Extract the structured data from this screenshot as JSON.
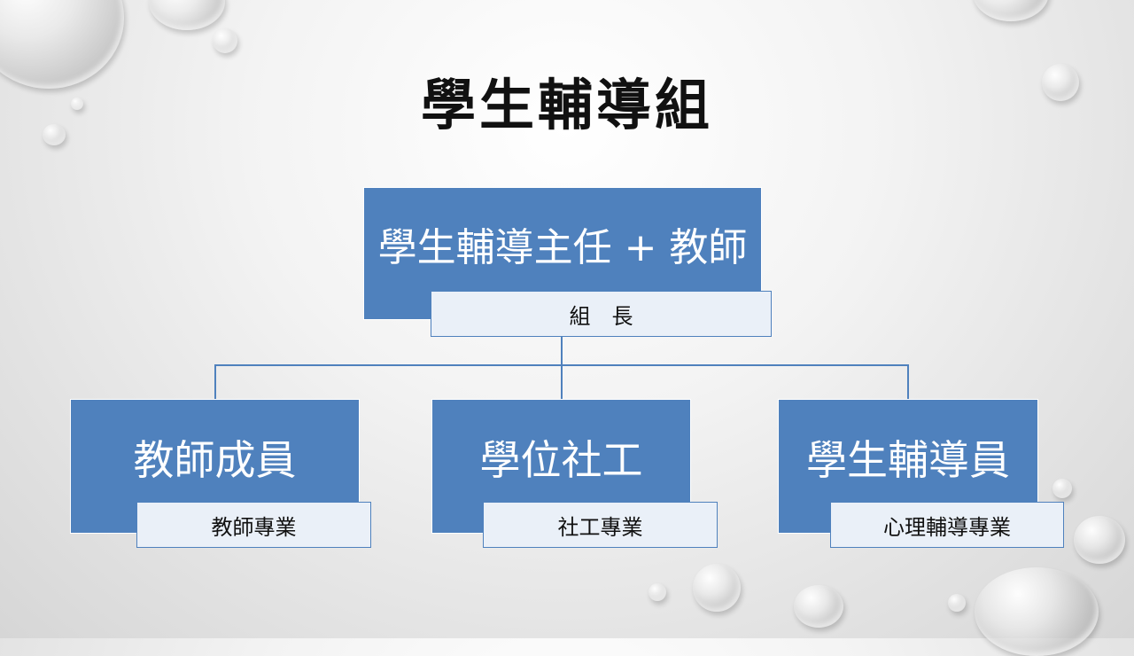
{
  "title": "學生輔導組",
  "org_chart": {
    "top": {
      "label": "學生輔導主任 + 教師",
      "sublabel": "組　長"
    },
    "children": [
      {
        "label": "教師成員",
        "sublabel": "教師專業"
      },
      {
        "label": "學位社工",
        "sublabel": "社工專業"
      },
      {
        "label": "學生輔導員",
        "sublabel": "心理輔導專業"
      }
    ]
  },
  "colors": {
    "box_fill": "#4f81bd",
    "sub_fill": "#eaf0f8",
    "connector": "#4f81bd"
  }
}
